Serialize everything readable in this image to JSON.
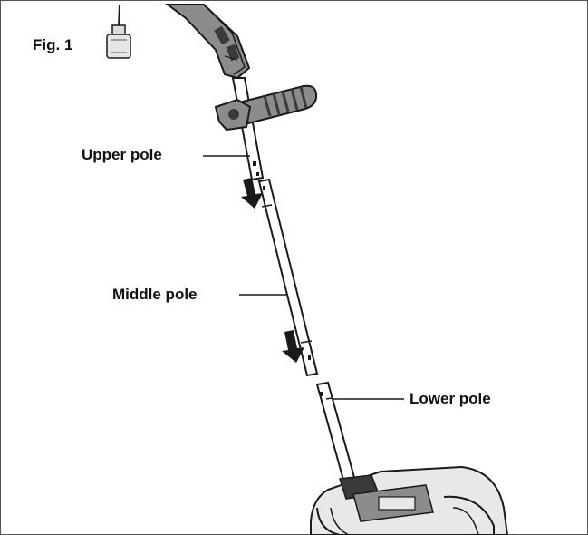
{
  "figure": {
    "title": "Fig. 1",
    "labels": {
      "upper_pole": "Upper pole",
      "middle_pole": "Middle pole",
      "lower_pole": "Lower pole"
    },
    "colors": {
      "line": "#1a1a1a",
      "fill_dark": "#3a3a3a",
      "fill_mid": "#8c8c8c",
      "fill_light": "#e8e8e8"
    }
  }
}
